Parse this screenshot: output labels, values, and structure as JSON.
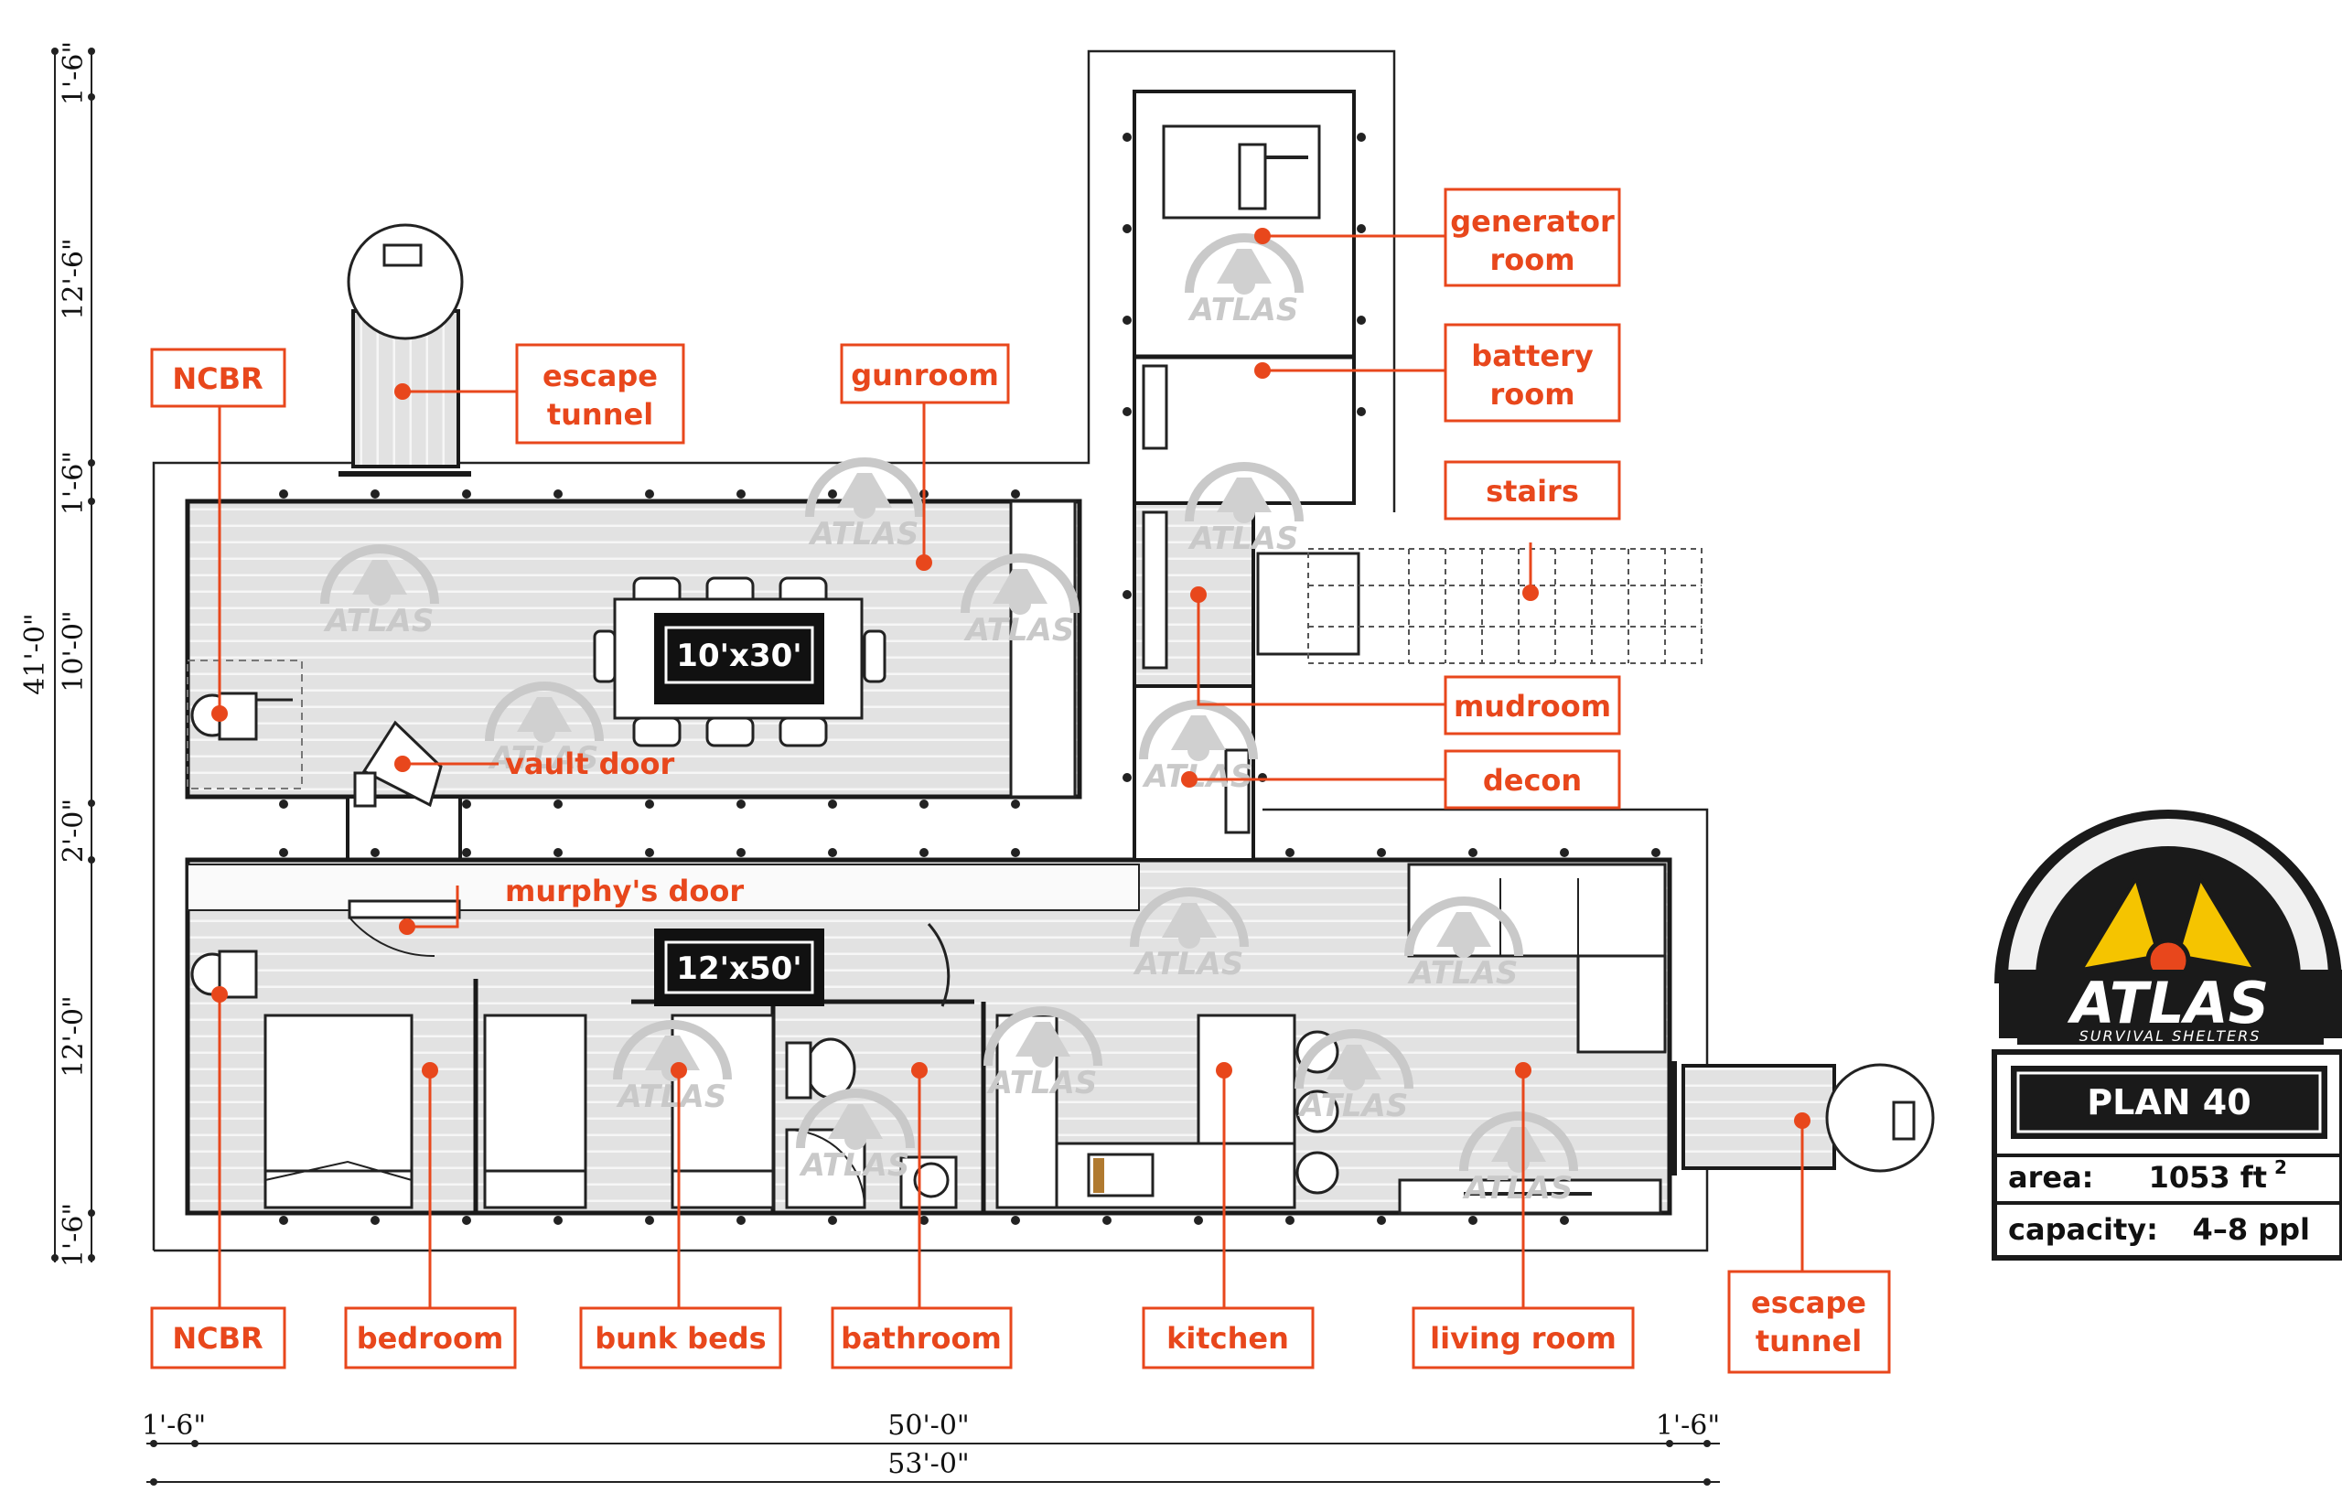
{
  "plan": {
    "rooms": {
      "generator_room": "generator\nroom",
      "battery_room": "battery\nroom",
      "stairs": "stairs",
      "mudroom": "mudroom",
      "decon": "decon",
      "ncbr_top": "NCBR",
      "escape_tunnel_top": "escape\ntunnel",
      "gunroom": "gunroom",
      "vault_door": "vault door",
      "murphys_door": "murphy's door",
      "ncbr_bottom": "NCBR",
      "bedroom": "bedroom",
      "bunk_beds": "bunk beds",
      "bathroom": "bathroom",
      "kitchen": "kitchen",
      "living_room": "living room",
      "escape_tunnel_right": "escape\ntunnel"
    },
    "module_sizes": {
      "upper": "10'x30'",
      "lower": "12'x50'"
    },
    "dimensions": {
      "left_total": "41'-0\"",
      "left_segments": [
        "1'-6\"",
        "12'-6\"",
        "1'-6\"",
        "10'-0\"",
        "2'-0\"",
        "12'-0\"",
        "1'-6\""
      ],
      "bottom_segments": [
        "1'-6\"",
        "50'-0\"",
        "1'-6\""
      ],
      "bottom_total": "53'-0\""
    },
    "watermark": {
      "word": "ATLAS",
      "sub": "SURVIVAL SHELTERS"
    }
  },
  "branding": {
    "logo_word": "ATLAS",
    "logo_sub": "SURVIVAL SHELTERS",
    "plan_name": "PLAN 40",
    "area_label": "area:",
    "area_value": "1053 ft",
    "area_unit_sup": "2",
    "capacity_label": "capacity:",
    "capacity_value": "4–8 ppl"
  },
  "colors": {
    "accent": "#e8471c",
    "logo_yellow": "#f5c400",
    "logo_red": "#e8471c",
    "floor": "#e4e4e4",
    "ink": "#1a1a1a"
  }
}
